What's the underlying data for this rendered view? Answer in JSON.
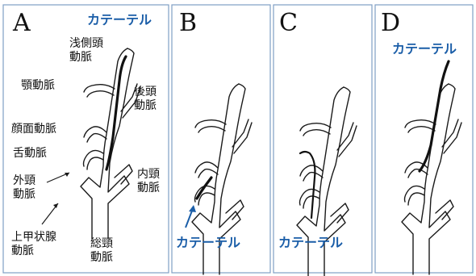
{
  "panels": [
    {
      "letter": "A",
      "catheter_label": "カテーテル"
    },
    {
      "letter": "B",
      "catheter_label": "カテーテル"
    },
    {
      "letter": "C",
      "catheter_label": "カテーテル"
    },
    {
      "letter": "D",
      "catheter_label": "カテーテル"
    }
  ],
  "anatomy_labels": {
    "superficial_temporal": "浅側頭\n動脈",
    "maxillary": "顎動脈",
    "occipital": "後頭\n動脈",
    "facial": "顔面動脈",
    "lingual": "舌動脈",
    "external_carotid": "外頸\n動脈",
    "internal_carotid": "内頸\n動脈",
    "superior_thyroid": "上甲状腺\n動脈",
    "common_carotid": "総頸\n動脈"
  },
  "colors": {
    "catheter_label": "#1b5ea8",
    "panel_border": "#7f9fc4"
  }
}
